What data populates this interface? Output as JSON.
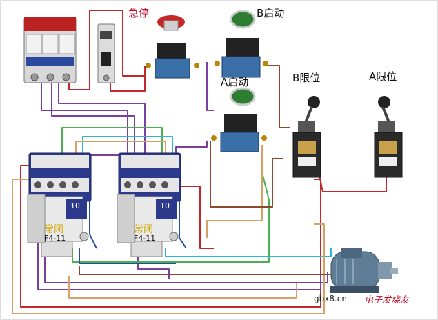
{
  "labels": {
    "emergency_stop": "急停",
    "b_start": "B启动",
    "a_start": "A启动",
    "b_limit": "B限位",
    "a_limit": "A限位"
  },
  "contactor_left": {
    "nc_text": "常闭",
    "model": "F4-11",
    "number": "10"
  },
  "contactor_right": {
    "nc_text": "常闭",
    "model": "F4-11",
    "number": "10"
  },
  "watermark": {
    "site": "gbx8.cn",
    "brand": "电子发烧友"
  },
  "colors": {
    "red": "#c0282c",
    "purple": "#7a3fa0",
    "green": "#4caf50",
    "cyan": "#29b6d8",
    "orange": "#d9a066",
    "blue": "#1f4fa8"
  }
}
